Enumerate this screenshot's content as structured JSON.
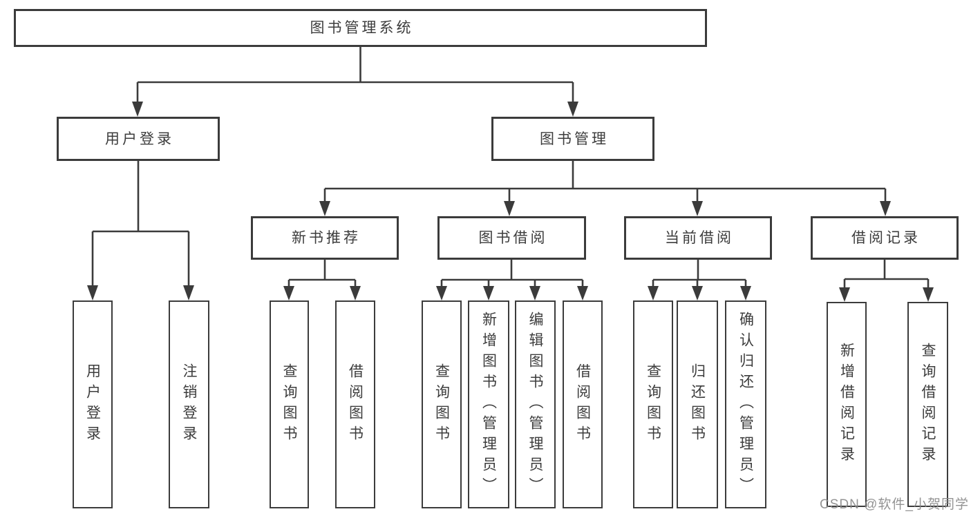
{
  "diagram": {
    "root": {
      "label": "图书管理系统"
    },
    "branches": [
      {
        "id": "user-login",
        "label": "用户登录"
      },
      {
        "id": "book-management",
        "label": "图书管理"
      }
    ],
    "modules": [
      {
        "id": "new-book-recommend",
        "label": "新书推荐"
      },
      {
        "id": "book-borrow",
        "label": "图书借阅"
      },
      {
        "id": "current-borrow",
        "label": "当前借阅"
      },
      {
        "id": "borrow-records",
        "label": "借阅记录"
      }
    ],
    "leaves": [
      {
        "id": "user-login-leaf",
        "label": "用户登录"
      },
      {
        "id": "logout",
        "label": "注销登录"
      },
      {
        "id": "query-books-recommend",
        "label": "查询图书"
      },
      {
        "id": "borrow-book-recommend",
        "label": "借阅图书"
      },
      {
        "id": "query-books-borrow",
        "label": "查询图书"
      },
      {
        "id": "add-book-admin",
        "label": "新增图书（管理员）"
      },
      {
        "id": "edit-book-admin",
        "label": "编辑图书（管理员）"
      },
      {
        "id": "borrow-book",
        "label": "借阅图书"
      },
      {
        "id": "query-books-current",
        "label": "查询图书"
      },
      {
        "id": "return-book",
        "label": "归还图书"
      },
      {
        "id": "confirm-return-admin",
        "label": "确认归还（管理员）"
      },
      {
        "id": "add-borrow-record",
        "label": "新增借阅记录"
      },
      {
        "id": "query-borrow-record",
        "label": "查询借阅记录"
      }
    ],
    "watermark": "CSDN @软件_小贺同学",
    "colors": {
      "line": "#3b3b3b",
      "border": "#3b3b3b",
      "text": "#3c3c3c",
      "box_background": "#ffffff",
      "watermark": "#8a8a8a"
    }
  }
}
